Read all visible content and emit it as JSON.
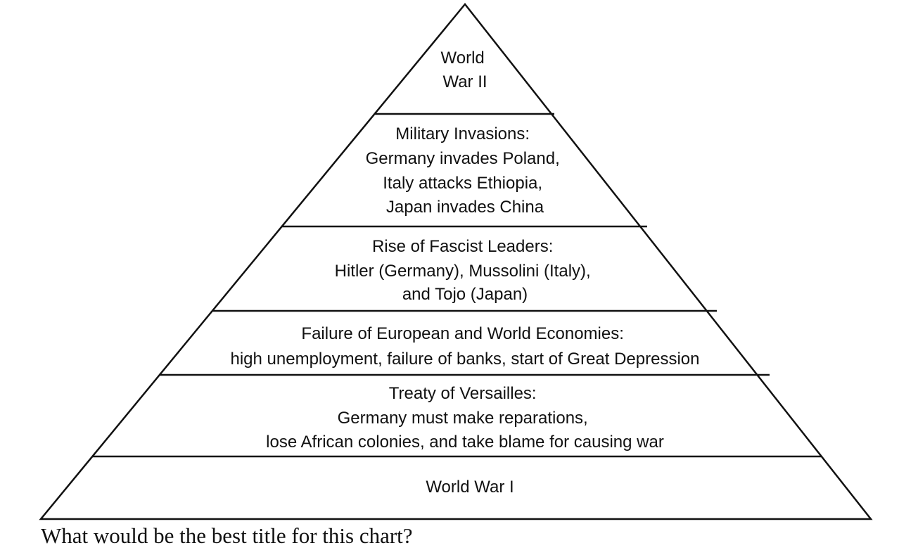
{
  "tiers": [
    {
      "lines": [
        "World",
        "War II"
      ]
    },
    {
      "lines": [
        "Military Invasions:",
        "Germany invades Poland,",
        "Italy attacks Ethiopia,",
        "Japan invades China"
      ]
    },
    {
      "lines": [
        "Rise of Fascist Leaders:",
        "Hitler (Germany), Mussolini (Italy),",
        "and Tojo (Japan)"
      ]
    },
    {
      "lines": [
        "Failure of European and World Economies:",
        "high unemployment, failure of banks, start of Great Depression"
      ]
    },
    {
      "lines": [
        "Treaty of Versailles:",
        "Germany must make reparations,",
        "lose African colonies, and take blame for causing war"
      ]
    },
    {
      "lines": [
        "World War I"
      ]
    }
  ],
  "question": "What would be the best title for this chart?",
  "colors": {
    "stroke": "#111111",
    "text": "#111111",
    "background": "#ffffff"
  }
}
